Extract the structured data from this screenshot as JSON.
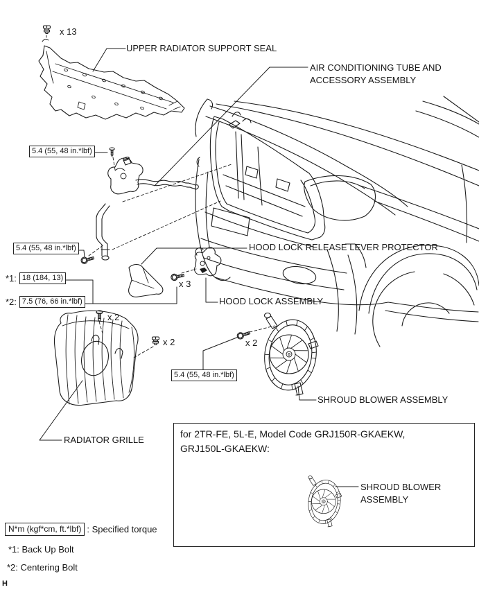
{
  "doc_type": "exploded-parts-diagram",
  "colors": {
    "line": "#1c1c1c",
    "background": "#ffffff"
  },
  "labels": {
    "upper_seal": "UPPER RADIATOR SUPPORT SEAL",
    "ac_tube_1": "AIR CONDITIONING TUBE AND",
    "ac_tube_2": "ACCESSORY ASSEMBLY",
    "protector": "HOOD LOCK RELEASE LEVER PROTECTOR",
    "hood_lock": "HOOD LOCK ASSEMBLY",
    "shroud": "SHROUD BLOWER ASSEMBLY",
    "grille": "RADIATOR GRILLE",
    "shroud_variant_1": "SHROUD BLOWER",
    "shroud_variant_2": "ASSEMBLY"
  },
  "counts": {
    "seal_clips": "x 13",
    "hood_lock_bolts": "x 3",
    "grille_screws": "x 2",
    "grille_clips": "x 2",
    "shroud_bolts": "x 2"
  },
  "torque": {
    "spec_a": "5.4 (55, 48 in.*lbf)",
    "spec_b": "5.4 (55, 48 in.*lbf)",
    "spec_c": "5.4 (55, 48 in.*lbf)",
    "star1_prefix": "*1:",
    "star1_value": "18 (184, 13)",
    "star2_prefix": "*2:",
    "star2_value": "7.5 (76, 66 in.*lbf)"
  },
  "variant_note": {
    "line1": "for 2TR-FE, 5L-E, Model Code GRJ150R-GKAEKW,",
    "line2": "GRJ150L-GKAEKW:"
  },
  "legend": {
    "torque_unit": "N*m (kgf*cm, ft.*lbf)",
    "torque_desc": ": Specified torque",
    "note1": "*1: Back Up Bolt",
    "note2": "*2: Centering Bolt"
  },
  "page": {
    "marker": "H"
  }
}
